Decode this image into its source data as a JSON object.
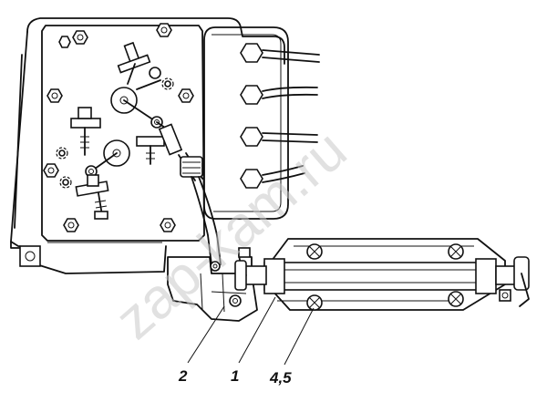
{
  "watermark": "zap-kam.ru",
  "callouts": [
    {
      "id": "2",
      "label": "2"
    },
    {
      "id": "1",
      "label": "1"
    },
    {
      "id": "4-5",
      "label": "4,5"
    }
  ],
  "colors": {
    "line": "#111111",
    "background": "#ffffff",
    "watermark": "#c9c9c9"
  }
}
